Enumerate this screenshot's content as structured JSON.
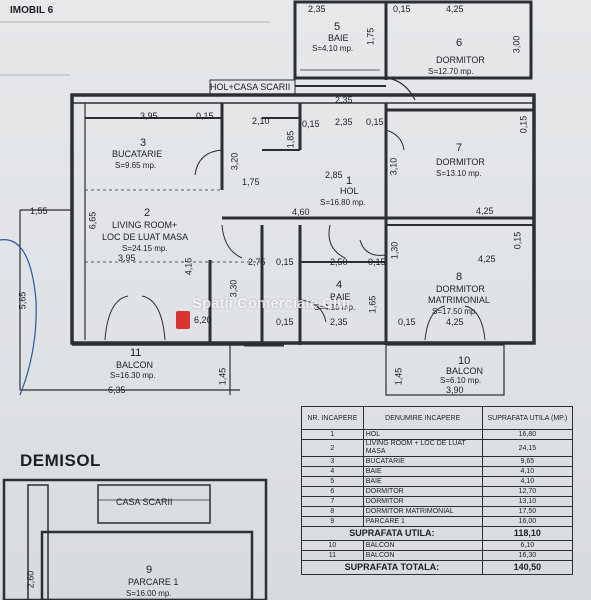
{
  "building": "IMOBIL 6",
  "stair_hall": "HOL+CASA SCARII",
  "rooms": {
    "r1": {
      "num": "1",
      "name": "HOL",
      "area": "S=16.80 mp."
    },
    "r2": {
      "num": "2",
      "name1": "LIVING ROOM+",
      "name2": "LOC DE LUAT MASA",
      "area": "S=24.15 mp."
    },
    "r3": {
      "num": "3",
      "name": "BUCATARIE",
      "area": "S=9.65 mp."
    },
    "r4": {
      "num": "4",
      "name": "BAIE",
      "area": "S=4.10 mp."
    },
    "r5": {
      "num": "5",
      "name": "BAIE",
      "area": "S=4.10 mp."
    },
    "r6": {
      "num": "6",
      "name": "DORMITOR",
      "area": "S=12.70 mp."
    },
    "r7": {
      "num": "7",
      "name": "DORMITOR",
      "area": "S=13.10 mp."
    },
    "r8": {
      "num": "8",
      "name1": "DORMITOR",
      "name2": "MATRIMONIAL",
      "area": "S=17.50 mp."
    },
    "r10": {
      "num": "10",
      "name": "BALCON",
      "area": "S=6.10 mp."
    },
    "r11": {
      "num": "11",
      "name": "BALCON",
      "area": "S=16.30 mp."
    }
  },
  "dimensions": {
    "d235a": "2,35",
    "d015a": "0,15",
    "d425a": "4,25",
    "d300": "3,00",
    "d175": "1,75",
    "d395a": "3,95",
    "d015b": "0,15",
    "d210": "2,10",
    "d185": "1,85",
    "d015c": "0,15",
    "d235b": "2,35",
    "d015d": "0,15",
    "d235c": "2,35",
    "d310": "3,10",
    "d320": "3,20",
    "d285": "2,85",
    "d175b": "1,75",
    "d425b": "4,25",
    "d155": "1,55",
    "d665": "6,65",
    "d460": "4,60",
    "d015e": "0,15",
    "d130": "1,30",
    "d425c": "4,25",
    "d395b": "3,95",
    "d415": "4,15",
    "d275": "2,75",
    "d015f": "0,15",
    "d250": "2,50",
    "d015g": "0,15",
    "d330": "3,30",
    "d565": "5,65",
    "d165": "1,65",
    "d620": "6,20",
    "d015h": "0,15",
    "d235d": "2,35",
    "d015i": "0,15",
    "d425d": "4,25",
    "d145a": "1,45",
    "d635": "6,35",
    "d145b": "1,45",
    "d390": "3,90",
    "d015j": "0,15"
  },
  "watermark": "Spatii Comerciale Cluj",
  "basement": {
    "title": "DEMISOL",
    "stair": "CASA SCARII",
    "parking_num": "9",
    "parking_name": "PARCARE 1",
    "parking_area": "S=16.00 mp.",
    "dim_260": "2,60"
  },
  "table": {
    "headers": [
      "NR. INCAPERE",
      "DENUMIRE INCAPERE",
      "SUPRAFATA UTILA (mp.)"
    ],
    "rows": [
      [
        "1",
        "HOL",
        "16,80"
      ],
      [
        "2",
        "LIVING ROOM + LOC DE LUAT MASA",
        "24,15"
      ],
      [
        "3",
        "BUCATARIE",
        "9,65"
      ],
      [
        "4",
        "BAIE",
        "4,10"
      ],
      [
        "5",
        "BAIE",
        "4,10"
      ],
      [
        "6",
        "DORMITOR",
        "12,70"
      ],
      [
        "7",
        "DORMITOR",
        "13,10"
      ],
      [
        "8",
        "DORMITOR MATRIMONIAL",
        "17,50"
      ],
      [
        "9",
        "PARCARE 1",
        "16,00"
      ]
    ],
    "useful_label": "SUPRAFATA UTILA:",
    "useful_value": "118,10",
    "balcony_rows": [
      [
        "10",
        "BALCON",
        "6,10"
      ],
      [
        "11",
        "BALCON",
        "16,30"
      ]
    ],
    "total_label": "SUPRAFATA TOTALA:",
    "total_value": "140,50"
  }
}
